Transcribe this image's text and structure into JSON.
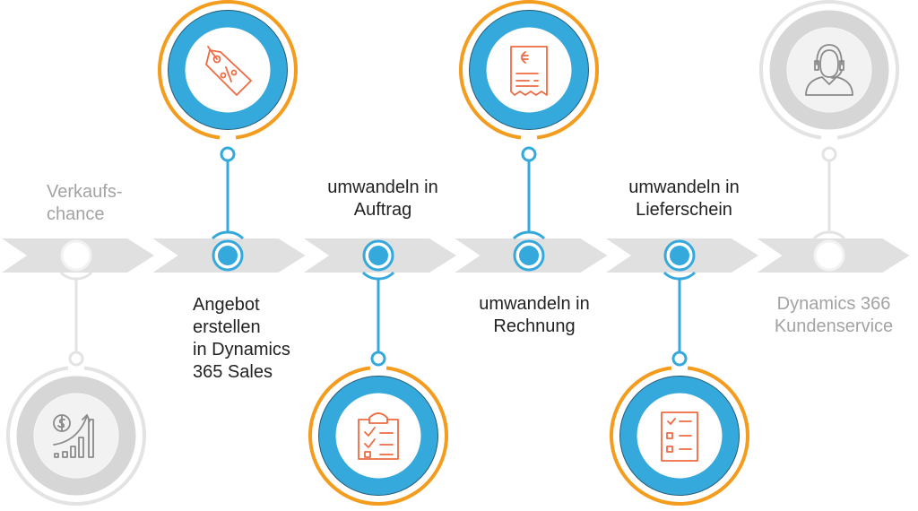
{
  "colors": {
    "blue": "#35a8dc",
    "orange": "#f39c1e",
    "icon": "#ee6b43",
    "gray_light": "#e3e3e3",
    "gray_mid": "#d6d6d6",
    "gray_inner": "#f2f2f2",
    "gray_icon": "#8a8a8a",
    "chevron": "#e0e0e0"
  },
  "stages": [
    {
      "label": "Verkaufs-\nchance",
      "active": false,
      "icon": "sales-growth-icon",
      "position": "bottom",
      "label_position": "top"
    },
    {
      "label": "Angebot\nerstellen\nin Dynamics\n365 Sales",
      "active": true,
      "icon": "price-tag-percent-icon",
      "position": "top",
      "label_position": "bottom"
    },
    {
      "label": "umwandeln in\nAuftrag",
      "active": true,
      "icon": "clipboard-checklist-icon",
      "position": "bottom",
      "label_position": "top"
    },
    {
      "label": "umwandeln in\nRechnung",
      "active": true,
      "icon": "euro-invoice-icon",
      "position": "top",
      "label_position": "bottom"
    },
    {
      "label": "umwandeln in\nLieferschein",
      "active": true,
      "icon": "delivery-note-icon",
      "position": "bottom",
      "label_position": "top"
    },
    {
      "label": "Dynamics 366\nKundenservice",
      "active": false,
      "icon": "headset-support-icon",
      "position": "top",
      "label_position": "bottom"
    }
  ]
}
